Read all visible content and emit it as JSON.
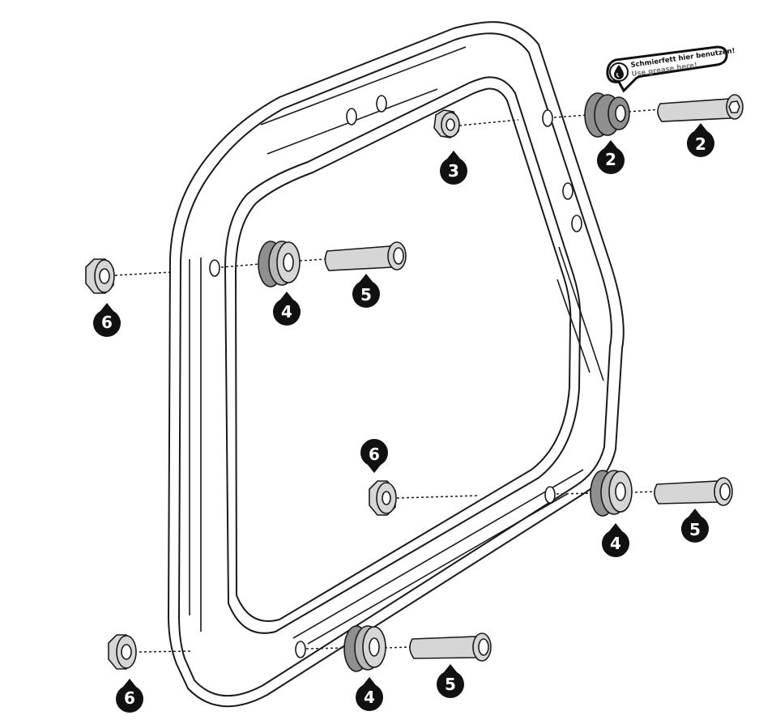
{
  "callout": {
    "text_de": "Schmierfett hier benutzen!",
    "text_en": "Use grease here!",
    "icon": "grease-drop-icon"
  },
  "labels": {
    "washer_top": "2",
    "bolt_top": "2",
    "nut_top": "3",
    "spacer_left": "4",
    "bolt_left": "5",
    "nut_left": "6",
    "nut_center": "6",
    "spacer_right": "4",
    "bolt_right": "5",
    "spacer_bottom": "4",
    "bolt_bottom": "5",
    "nut_bottom": "6"
  },
  "colors": {
    "line": "#1a1a1a",
    "badge": "#111111",
    "part_dark": "#8f8f8f",
    "part_light": "#d6d6d6"
  }
}
